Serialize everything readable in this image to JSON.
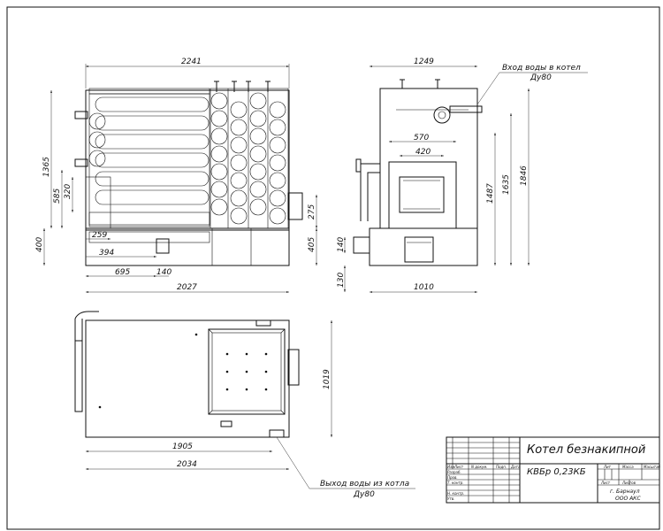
{
  "dims": {
    "front_width": "2241",
    "front_height": "1365",
    "front_585": "585",
    "front_320": "320",
    "front_400": "400",
    "front_259": "259",
    "front_394": "394",
    "front_695": "695",
    "front_140": "140",
    "front_2027": "2027",
    "front_275": "275",
    "front_405": "405",
    "side_width": "1249",
    "side_570": "570",
    "side_420": "420",
    "side_1487": "1487",
    "side_1635": "1635",
    "side_1846": "1846",
    "side_140": "140",
    "side_130": "130",
    "side_1010": "1010",
    "plan_1905": "1905",
    "plan_2034": "2034",
    "plan_1019": "1019"
  },
  "labels": {
    "water_in": "Вход воды в котел",
    "water_in_size": "Ду80",
    "water_out": "Выход воды из котла",
    "water_out_size": "Ду80"
  },
  "title_block": {
    "name": "Котел безнакипной",
    "code": "КВБр 0,23КБ",
    "city": "г. Барнаул",
    "company": "ООО АКС",
    "col_lit": "Лит",
    "col_mass": "Масса",
    "col_scale": "Масштаб",
    "col_sheet": "Лист",
    "col_sheets": "Листов",
    "row_izm": "Изм",
    "row_list": "Лист",
    "row_ndoc": "N докум.",
    "row_sign": "Подп.",
    "row_date": "Дата",
    "row_razrab": "Разраб.",
    "row_prov": "Пров.",
    "row_tkontr": "Т. контр.",
    "row_nkontr": "Н. контр.",
    "row_utv": "Утв."
  }
}
